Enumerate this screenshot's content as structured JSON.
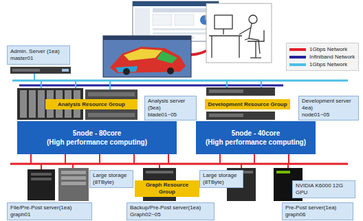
{
  "diagram": {
    "nodes": [
      {
        "text": [
          "Admin. Server (1ea)",
          "master01"
        ]
      },
      {
        "text": [
          "Analysis Resource Group"
        ]
      },
      {
        "text": [
          "Analysis server (5ea)",
          "blade01~05"
        ]
      },
      {
        "text": [
          "Development Resource Group"
        ]
      },
      {
        "text": [
          "Development server 4ea)",
          "node01~05"
        ]
      },
      {
        "text": [
          "5node - 80core",
          "(High performance computing)"
        ]
      },
      {
        "text": [
          "5node - 40core",
          "(High performance computing)"
        ]
      },
      {
        "text": [
          "Large storage (8TByte)"
        ]
      },
      {
        "text": [
          "Graph Resource Group"
        ]
      },
      {
        "text": [
          "Large storage (8TByte)"
        ]
      },
      {
        "text": [
          "NVIDIA K6000 12G GPU"
        ]
      },
      {
        "text": [
          "File/Pre-Post server(1ea)",
          "graph01"
        ]
      },
      {
        "text": [
          "Backup/Pre-Post server(1ea)",
          "Graph02~05"
        ]
      },
      {
        "text": [
          "Pre-Post server(1ea)",
          "graph06"
        ]
      }
    ],
    "legend": [
      {
        "text": "1Gbps Network",
        "color": "#e3202a"
      },
      {
        "text": "Infiniband Network",
        "color": "#23239e"
      },
      {
        "text": "1Gbps Network",
        "color": "#4cbfe6"
      }
    ]
  }
}
